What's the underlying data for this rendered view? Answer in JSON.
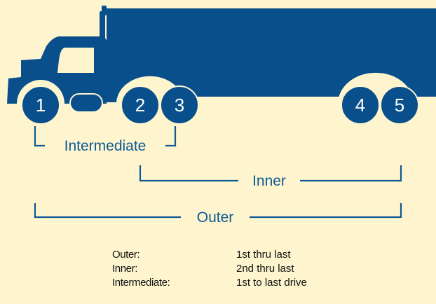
{
  "colors": {
    "background": "#fef5cf",
    "truck": "#084f8c",
    "axle_number": "#ffffff",
    "bracket_line": "#0d5a94",
    "bracket_label": "#0d5a94"
  },
  "axles": [
    "1",
    "2",
    "3",
    "4",
    "5"
  ],
  "brackets": {
    "intermediate": "Intermediate",
    "inner": "Inner",
    "outer": "Outer"
  },
  "legend": [
    {
      "term": "Outer:",
      "description": "1st thru last"
    },
    {
      "term": "Inner:",
      "description": "2nd thru last"
    },
    {
      "term": "Intermediate:",
      "description": "1st to last drive"
    }
  ]
}
